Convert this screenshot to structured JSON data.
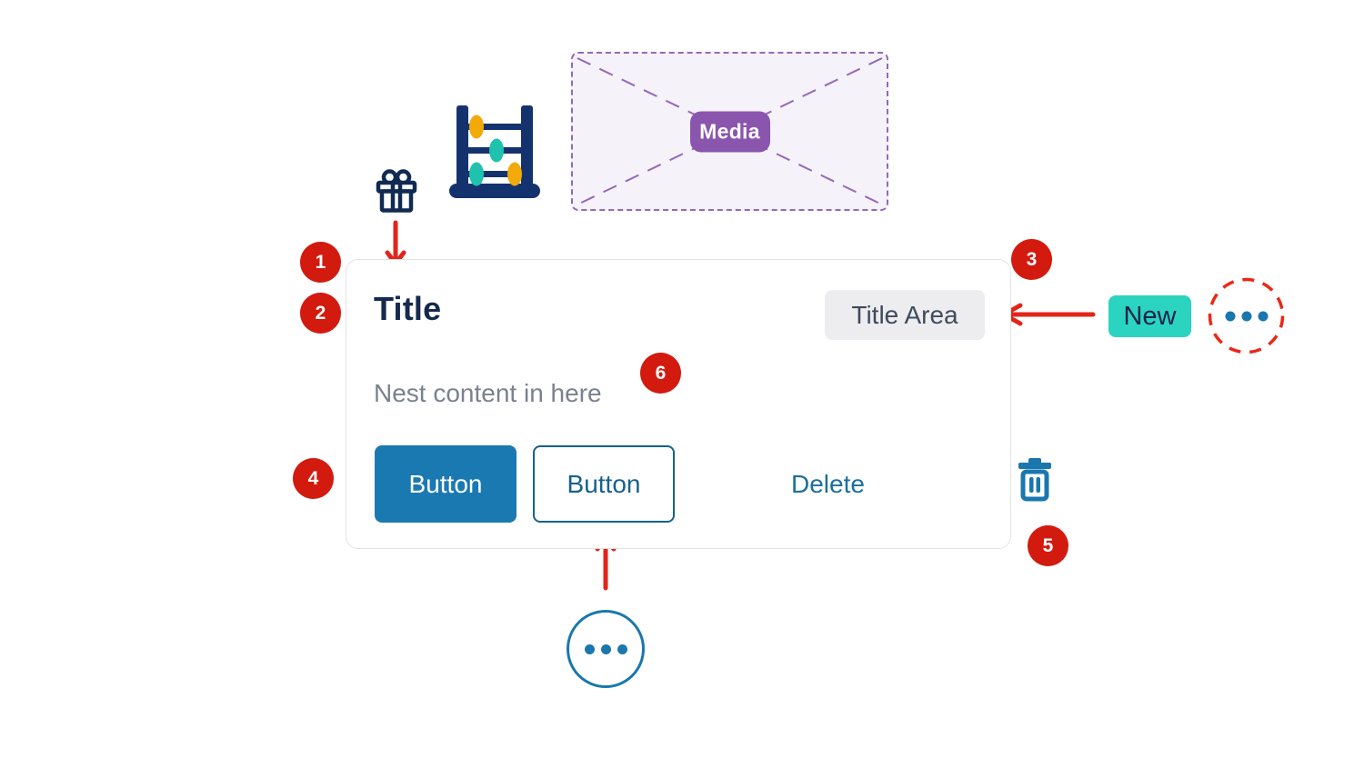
{
  "media": {
    "label": "Media"
  },
  "card": {
    "title": "Title",
    "title_area_label": "Title Area",
    "body_text": "Nest content in here",
    "primary_button_label": "Button",
    "secondary_button_label": "Button",
    "delete_label": "Delete"
  },
  "callouts": {
    "new_label": "New"
  },
  "annotations": {
    "badge_numbers": [
      "1",
      "2",
      "3",
      "4",
      "5",
      "6"
    ]
  },
  "icons": {
    "gift": "gift-icon",
    "abacus": "abacus-icon",
    "trash": "trash-icon",
    "more_options": "ellipsis-icon"
  },
  "colors": {
    "badge_red": "#d31a0f",
    "arrow_red": "#e2251a",
    "dashed_circle_red": "#ea2817",
    "navy": "#16294e",
    "abacus_navy": "#14336e",
    "primary_blue": "#1b79b2",
    "secondary_blue": "#16618f",
    "link_blue": "#1b6f9e",
    "icon_blue": "#1a77ad",
    "teal_chip": "#2bd4c1",
    "bead_orange": "#f2a90a",
    "bead_teal": "#1fc2ae",
    "purple": "#8a55ad",
    "purple_border": "#9468b8",
    "purple_bg": "#f5f2f9",
    "chip_gray_bg": "#ededef",
    "chip_gray_text": "#404a5e",
    "muted_text": "#7a818f",
    "card_border": "#e3e3e5"
  }
}
